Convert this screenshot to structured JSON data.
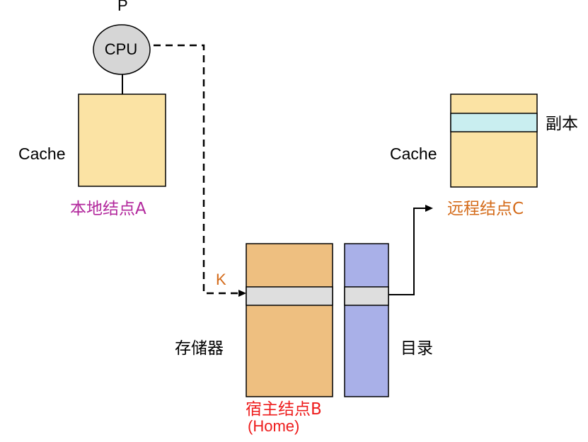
{
  "colors": {
    "cache_fill": "#fbe3a4",
    "memory_fill": "#eebf80",
    "directory_fill": "#a9b0e8",
    "highlight_gray": "#dedede",
    "copy_line_fill": "#c9eef0",
    "cpu_fill": "#d6d6d6",
    "label_local": "#b2279c",
    "label_remote": "#d46b1a",
    "label_home": "#ee1c1c",
    "label_k": "#d46b1a"
  },
  "cpu": {
    "processor_label": "P",
    "text": "CPU"
  },
  "local_node": {
    "cache_label": "Cache",
    "name": "本地结点A"
  },
  "remote_node": {
    "cache_label": "Cache",
    "copy_label": "副本",
    "name": "远程结点C"
  },
  "home_node": {
    "address_label": "K",
    "memory_label": "存储器",
    "directory_label": "目录",
    "name": "宿主结点B",
    "name_sub": "(Home)"
  }
}
